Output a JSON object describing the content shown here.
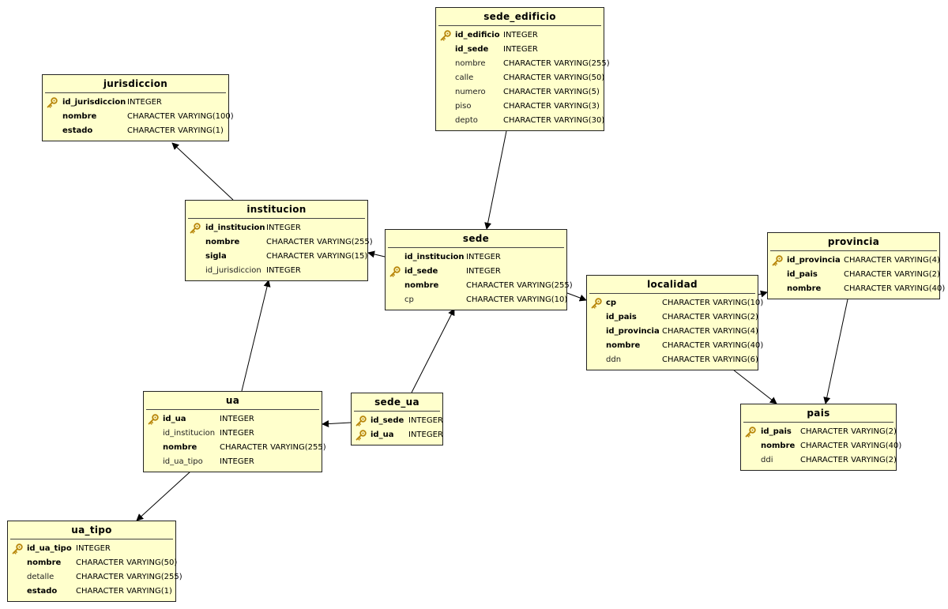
{
  "colors": {
    "entity_fill": "#ffffcc",
    "entity_border": "#222222",
    "edge": "#000000",
    "key_icon": "#c89a2a"
  },
  "entities": {
    "sede_edificio": {
      "title": "sede_edificio",
      "fields": [
        {
          "name": "id_edificio",
          "type": "INTEGER",
          "pk": true,
          "bold": true
        },
        {
          "name": "id_sede",
          "type": "INTEGER",
          "pk": false,
          "bold": true
        },
        {
          "name": "nombre",
          "type": "CHARACTER VARYING(255)",
          "pk": false,
          "bold": false
        },
        {
          "name": "calle",
          "type": "CHARACTER VARYING(50)",
          "pk": false,
          "bold": false
        },
        {
          "name": "numero",
          "type": "CHARACTER VARYING(5)",
          "pk": false,
          "bold": false
        },
        {
          "name": "piso",
          "type": "CHARACTER VARYING(3)",
          "pk": false,
          "bold": false
        },
        {
          "name": "depto",
          "type": "CHARACTER VARYING(30)",
          "pk": false,
          "bold": false
        }
      ]
    },
    "jurisdiccion": {
      "title": "jurisdiccion",
      "fields": [
        {
          "name": "id_jurisdiccion",
          "type": "INTEGER",
          "pk": true,
          "bold": true
        },
        {
          "name": "nombre",
          "type": "CHARACTER VARYING(100)",
          "pk": false,
          "bold": true
        },
        {
          "name": "estado",
          "type": "CHARACTER VARYING(1)",
          "pk": false,
          "bold": true
        }
      ]
    },
    "institucion": {
      "title": "institucion",
      "fields": [
        {
          "name": "id_institucion",
          "type": "INTEGER",
          "pk": true,
          "bold": true
        },
        {
          "name": "nombre",
          "type": "CHARACTER VARYING(255)",
          "pk": false,
          "bold": true
        },
        {
          "name": "sigla",
          "type": "CHARACTER VARYING(15)",
          "pk": false,
          "bold": true
        },
        {
          "name": "id_jurisdiccion",
          "type": "INTEGER",
          "pk": false,
          "bold": false
        }
      ]
    },
    "sede": {
      "title": "sede",
      "fields": [
        {
          "name": "id_institucion",
          "type": "INTEGER",
          "pk": false,
          "bold": true
        },
        {
          "name": "id_sede",
          "type": "INTEGER",
          "pk": true,
          "bold": true
        },
        {
          "name": "nombre",
          "type": "CHARACTER VARYING(255)",
          "pk": false,
          "bold": true
        },
        {
          "name": "cp",
          "type": "CHARACTER VARYING(10)",
          "pk": false,
          "bold": false
        }
      ]
    },
    "provincia": {
      "title": "provincia",
      "fields": [
        {
          "name": "id_provincia",
          "type": "CHARACTER VARYING(4)",
          "pk": true,
          "bold": true
        },
        {
          "name": "id_pais",
          "type": "CHARACTER VARYING(2)",
          "pk": false,
          "bold": true
        },
        {
          "name": "nombre",
          "type": "CHARACTER VARYING(40)",
          "pk": false,
          "bold": true
        }
      ]
    },
    "localidad": {
      "title": "localidad",
      "fields": [
        {
          "name": "cp",
          "type": "CHARACTER VARYING(10)",
          "pk": true,
          "bold": true
        },
        {
          "name": "id_pais",
          "type": "CHARACTER VARYING(2)",
          "pk": false,
          "bold": true
        },
        {
          "name": "id_provincia",
          "type": "CHARACTER VARYING(4)",
          "pk": false,
          "bold": true
        },
        {
          "name": "nombre",
          "type": "CHARACTER VARYING(40)",
          "pk": false,
          "bold": true
        },
        {
          "name": "ddn",
          "type": "CHARACTER VARYING(6)",
          "pk": false,
          "bold": false
        }
      ]
    },
    "ua": {
      "title": "ua",
      "fields": [
        {
          "name": "id_ua",
          "type": "INTEGER",
          "pk": true,
          "bold": true
        },
        {
          "name": "id_institucion",
          "type": "INTEGER",
          "pk": false,
          "bold": false
        },
        {
          "name": "nombre",
          "type": "CHARACTER VARYING(255)",
          "pk": false,
          "bold": true
        },
        {
          "name": "id_ua_tipo",
          "type": "INTEGER",
          "pk": false,
          "bold": false
        }
      ]
    },
    "sede_ua": {
      "title": "sede_ua",
      "fields": [
        {
          "name": "id_sede",
          "type": "INTEGER",
          "pk": true,
          "bold": true
        },
        {
          "name": "id_ua",
          "type": "INTEGER",
          "pk": true,
          "bold": true
        }
      ]
    },
    "pais": {
      "title": "pais",
      "fields": [
        {
          "name": "id_pais",
          "type": "CHARACTER VARYING(2)",
          "pk": true,
          "bold": true
        },
        {
          "name": "nombre",
          "type": "CHARACTER VARYING(40)",
          "pk": false,
          "bold": true
        },
        {
          "name": "ddi",
          "type": "CHARACTER VARYING(2)",
          "pk": false,
          "bold": false
        }
      ]
    },
    "ua_tipo": {
      "title": "ua_tipo",
      "fields": [
        {
          "name": "id_ua_tipo",
          "type": "INTEGER",
          "pk": true,
          "bold": true
        },
        {
          "name": "nombre",
          "type": "CHARACTER VARYING(50)",
          "pk": false,
          "bold": true
        },
        {
          "name": "detalle",
          "type": "CHARACTER VARYING(255)",
          "pk": false,
          "bold": false
        },
        {
          "name": "estado",
          "type": "CHARACTER VARYING(1)",
          "pk": false,
          "bold": true
        }
      ]
    }
  },
  "relationships": [
    {
      "from": "institucion",
      "to": "jurisdiccion"
    },
    {
      "from": "sede_edificio",
      "to": "sede"
    },
    {
      "from": "sede",
      "to": "institucion"
    },
    {
      "from": "sede",
      "to": "localidad"
    },
    {
      "from": "localidad",
      "to": "provincia"
    },
    {
      "from": "localidad",
      "to": "pais"
    },
    {
      "from": "provincia",
      "to": "pais"
    },
    {
      "from": "ua",
      "to": "institucion"
    },
    {
      "from": "sede_ua",
      "to": "ua"
    },
    {
      "from": "sede_ua",
      "to": "sede"
    },
    {
      "from": "ua",
      "to": "ua_tipo"
    }
  ]
}
